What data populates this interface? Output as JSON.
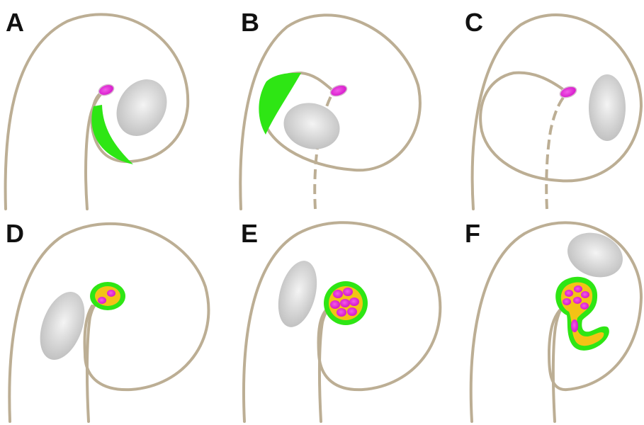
{
  "panels": [
    {
      "id": "A",
      "label": "A",
      "stage": "crescent-cell-beside-ovule"
    },
    {
      "id": "B",
      "label": "B",
      "stage": "crescent-cell-on-outer-wall"
    },
    {
      "id": "C",
      "label": "C",
      "stage": "inner-loop-no-green-cell"
    },
    {
      "id": "D",
      "label": "D",
      "stage": "small-round-body-two-nuclei"
    },
    {
      "id": "E",
      "label": "E",
      "stage": "round-body-many-nuclei"
    },
    {
      "id": "F",
      "label": "F",
      "stage": "body-with-tube-outgrowth"
    }
  ],
  "colors": {
    "outline": "#bcae94",
    "nucleus": "#e21ad7",
    "cell_green": "#2ee614",
    "cytoplasm_yellow": "#f3c315",
    "ovule_gray": "#c4c4c4"
  }
}
